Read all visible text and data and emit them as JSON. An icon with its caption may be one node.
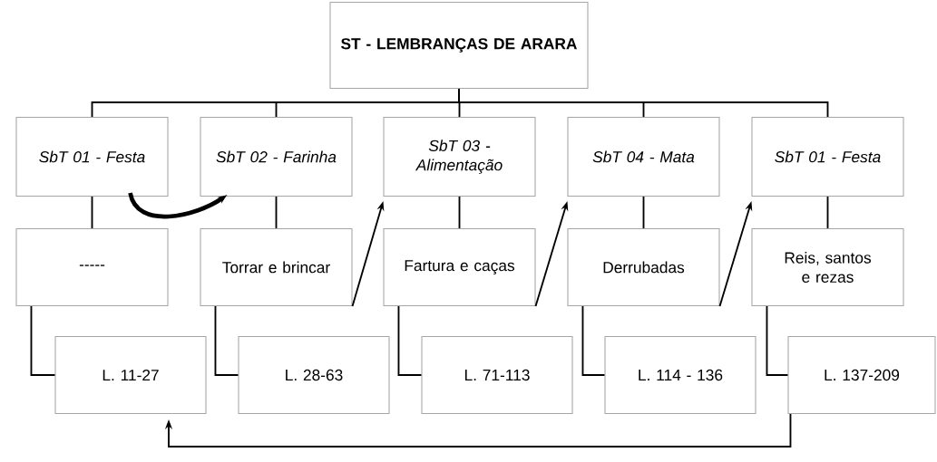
{
  "diagram": {
    "nodes": [
      {
        "text": [
          "ST - LEMBRANÇAS DE ARARA"
        ]
      },
      {
        "text": [
          "SbT 01 - Festa"
        ]
      },
      {
        "text": [
          "SbT 02 - Farinha"
        ]
      },
      {
        "text": [
          "SbT 03 - Alimentação"
        ]
      },
      {
        "text": [
          "SbT 04 - Mata"
        ]
      },
      {
        "text": [
          "SbT 01 - Festa"
        ]
      },
      {
        "text": [
          "-----"
        ]
      },
      {
        "text": [
          "Torrar e brincar"
        ]
      },
      {
        "text": [
          "Fartura e caças"
        ]
      },
      {
        "text": [
          "Derrubadas"
        ]
      },
      {
        "text": [
          "Reis, santos e rezas"
        ]
      },
      {
        "text": [
          "L. 11-27"
        ]
      },
      {
        "text": [
          "L. 28-63"
        ]
      },
      {
        "text": [
          "L. 71-113"
        ]
      },
      {
        "text": [
          "L. 114 - 136"
        ]
      },
      {
        "text": [
          "L. 137-209"
        ]
      }
    ],
    "edges": [
      {
        "from": 0,
        "to": 1,
        "arrow": "none"
      },
      {
        "from": 0,
        "to": 2,
        "arrow": "none"
      },
      {
        "from": 0,
        "to": 3,
        "arrow": "none"
      },
      {
        "from": 0,
        "to": 4,
        "arrow": "none"
      },
      {
        "from": 0,
        "to": 5,
        "arrow": "none"
      },
      {
        "from": 1,
        "to": 6,
        "arrow": "none"
      },
      {
        "from": 2,
        "to": 7,
        "arrow": "none"
      },
      {
        "from": 3,
        "to": 8,
        "arrow": "none"
      },
      {
        "from": 4,
        "to": 9,
        "arrow": "none"
      },
      {
        "from": 5,
        "to": 10,
        "arrow": "none"
      },
      {
        "from": 6,
        "to": 11,
        "arrow": "none"
      },
      {
        "from": 7,
        "to": 12,
        "arrow": "none"
      },
      {
        "from": 8,
        "to": 13,
        "arrow": "none"
      },
      {
        "from": 9,
        "to": 14,
        "arrow": "none"
      },
      {
        "from": 10,
        "to": 15,
        "arrow": "none"
      },
      {
        "from": 1,
        "to": 2,
        "arrow": "to",
        "style": "thick"
      },
      {
        "from": 7,
        "to": 3,
        "arrow": "to"
      },
      {
        "from": 8,
        "to": 4,
        "arrow": "to"
      },
      {
        "from": 9,
        "to": 5,
        "arrow": "to"
      },
      {
        "from": 15,
        "to": 11,
        "arrow": "to"
      }
    ]
  }
}
